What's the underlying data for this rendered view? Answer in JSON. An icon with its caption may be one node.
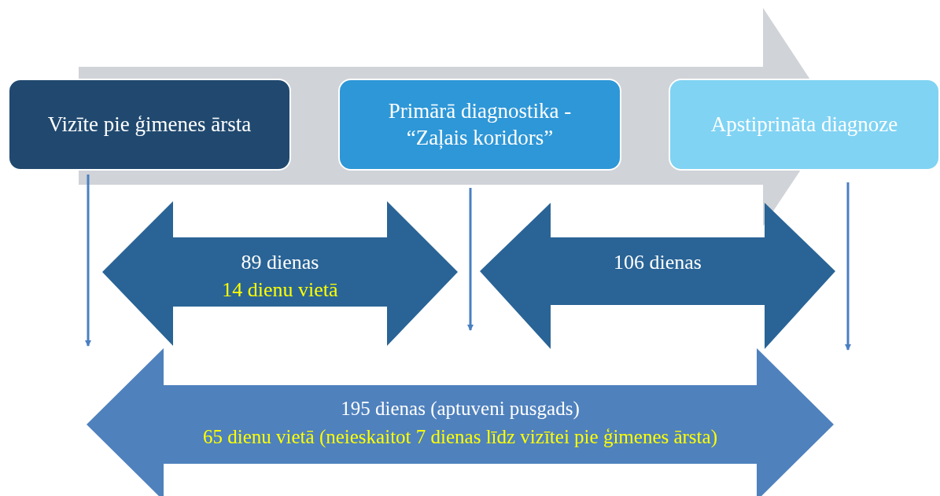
{
  "diagram": {
    "nodes": [
      {
        "text": [
          "Vizīte pie ģimenes ārsta"
        ]
      },
      {
        "text": [
          "Primārā diagnostika - “Zaļais koridors”"
        ]
      },
      {
        "text": [
          "Apstiprināta diagnoze"
        ]
      },
      {
        "text": [
          "89 dienas",
          "14 dienu vietā"
        ]
      },
      {
        "text": [
          "106 dienas"
        ]
      },
      {
        "text": [
          "195 dienas (aptuveni pusgads)",
          "65 dienu vietā (neieskaitot 7 dienas līdz vizītei pie ģimenes ārsta)"
        ]
      }
    ],
    "edges": [
      {
        "from": 0,
        "to": null,
        "arrow": "to"
      },
      {
        "from": 1,
        "to": null,
        "arrow": "to"
      },
      {
        "from": 2,
        "to": null,
        "arrow": "to"
      }
    ]
  }
}
